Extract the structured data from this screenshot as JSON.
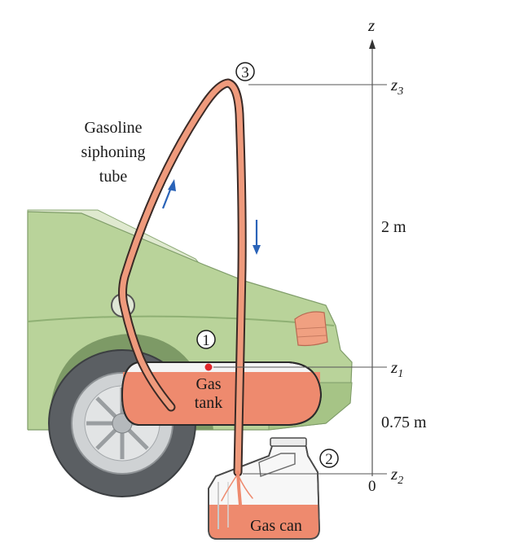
{
  "figure": {
    "tube_label": [
      "Gasoline",
      "siphoning",
      "tube"
    ],
    "tank_label": [
      "Gas",
      "tank"
    ],
    "can_label": "Gas can",
    "points": {
      "p1": "1",
      "p2": "2",
      "p3": "3"
    },
    "axis": {
      "name": "z",
      "z3": {
        "base": "z",
        "sub": "3"
      },
      "z1": {
        "base": "z",
        "sub": "1"
      },
      "z2": {
        "base": "z",
        "sub": "2"
      },
      "origin": "0"
    },
    "dimensions": {
      "upper": "2 m",
      "lower": "0.75 m"
    },
    "colors": {
      "car_body": "#b9d39a",
      "car_shade": "#9dbd7d",
      "fuel": "#ee8a6e",
      "tube_fill": "#ef9a7c",
      "tube_edge": "#3a2a26",
      "arrow": "#2a63b8",
      "point_marker": "#e0262a",
      "tire": "#5b5f63",
      "rim": "#cfd2d4"
    }
  }
}
